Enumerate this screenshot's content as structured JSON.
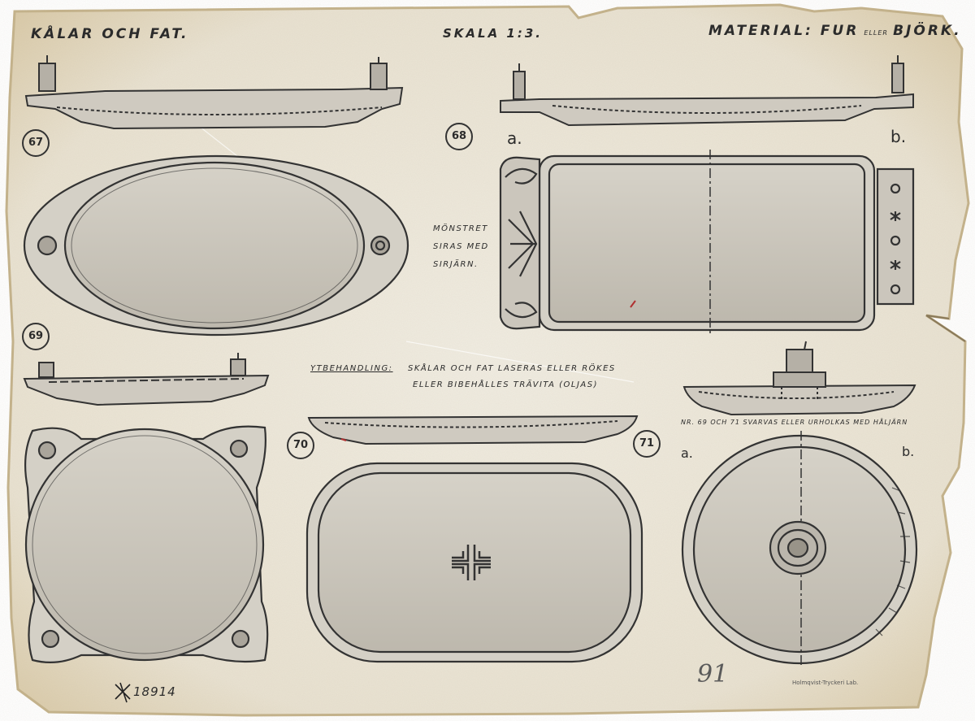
{
  "sheet": {
    "title_left": "KÅLAR OCH FAT.",
    "scale": "SKALA 1:3.",
    "material": "MATERIAL: FUR",
    "material_small": "ELLER",
    "material_wood": "BJÖRK.",
    "numbers": {
      "n67": "67",
      "n68": "68",
      "n69": "69",
      "n70": "70",
      "n71": "71"
    },
    "views": {
      "a1": "a.",
      "b1": "b.",
      "a2": "a.",
      "b2": "b."
    },
    "pattern_note": [
      "MÖNSTRET",
      "SIRAS MED",
      "SIRJÄRN."
    ],
    "finish_label": "YTBEHANDLING:",
    "finish_line1": "SKÅLAR OCH FAT LASERAS ELLER RÖKES",
    "finish_line2": "ELLER BIBEHÅLLES TRÄVITA (OLJAS)",
    "carve_note": "NR. 69 OCH 71 SVARVAS ELLER URHOLKAS MED HÅLJÄRN",
    "inventory": "18914",
    "pencil_mark": "91",
    "printer": "Holmqvist-Tryckeri Lab."
  }
}
